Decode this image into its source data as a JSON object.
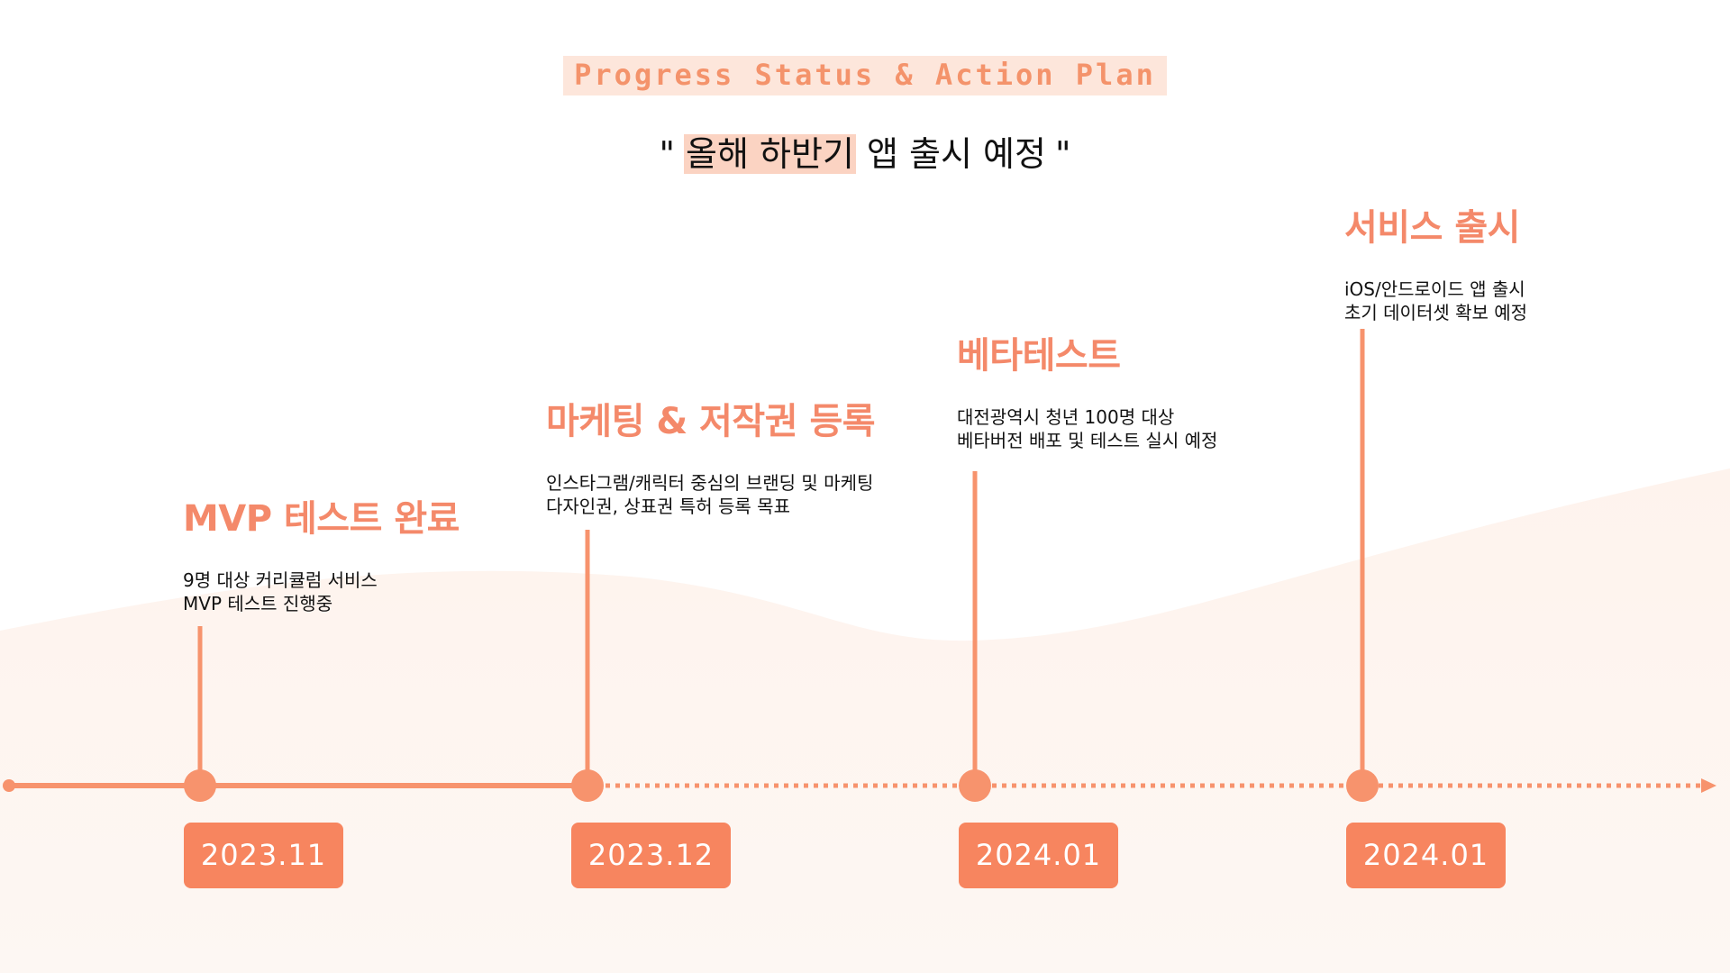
{
  "header": {
    "kicker": "Progress Status & Action Plan",
    "quote_open": "\"",
    "quote_highlight": "올해 하반기",
    "quote_rest": " 앱 출시 예정",
    "quote_close": "\""
  },
  "milestones": [
    {
      "title": "MVP 테스트 완료",
      "desc": [
        "9명 대상 커리큘럼 서비스",
        "MVP 테스트 진행중"
      ],
      "date": "2023.11",
      "status": "completed"
    },
    {
      "title": "마케팅 & 저작권 등록",
      "desc": [
        "인스타그램/캐릭터 중심의 브랜딩 및 마케팅",
        "다자인권, 상표권 특허 등록 목표"
      ],
      "date": "2023.12",
      "status": "planned"
    },
    {
      "title": "베타테스트",
      "desc": [
        "대전광역시 청년 100명 대상",
        "베타버전 배포 및 테스트 실시 예정"
      ],
      "date": "2024.01",
      "status": "planned"
    },
    {
      "title": "서비스 출시",
      "desc": [
        "iOS/안드로이드 앱 출시",
        "초기 데이터셋 확보 예정"
      ],
      "date": "2024.01",
      "status": "planned"
    }
  ],
  "colors": {
    "accent": "#f4896a",
    "accent_line": "#f7936d",
    "date_box": "#f7855f",
    "highlight": "#fbd3c2",
    "kicker_bg": "#fde6db",
    "bg_wave": "#fef6f1"
  }
}
